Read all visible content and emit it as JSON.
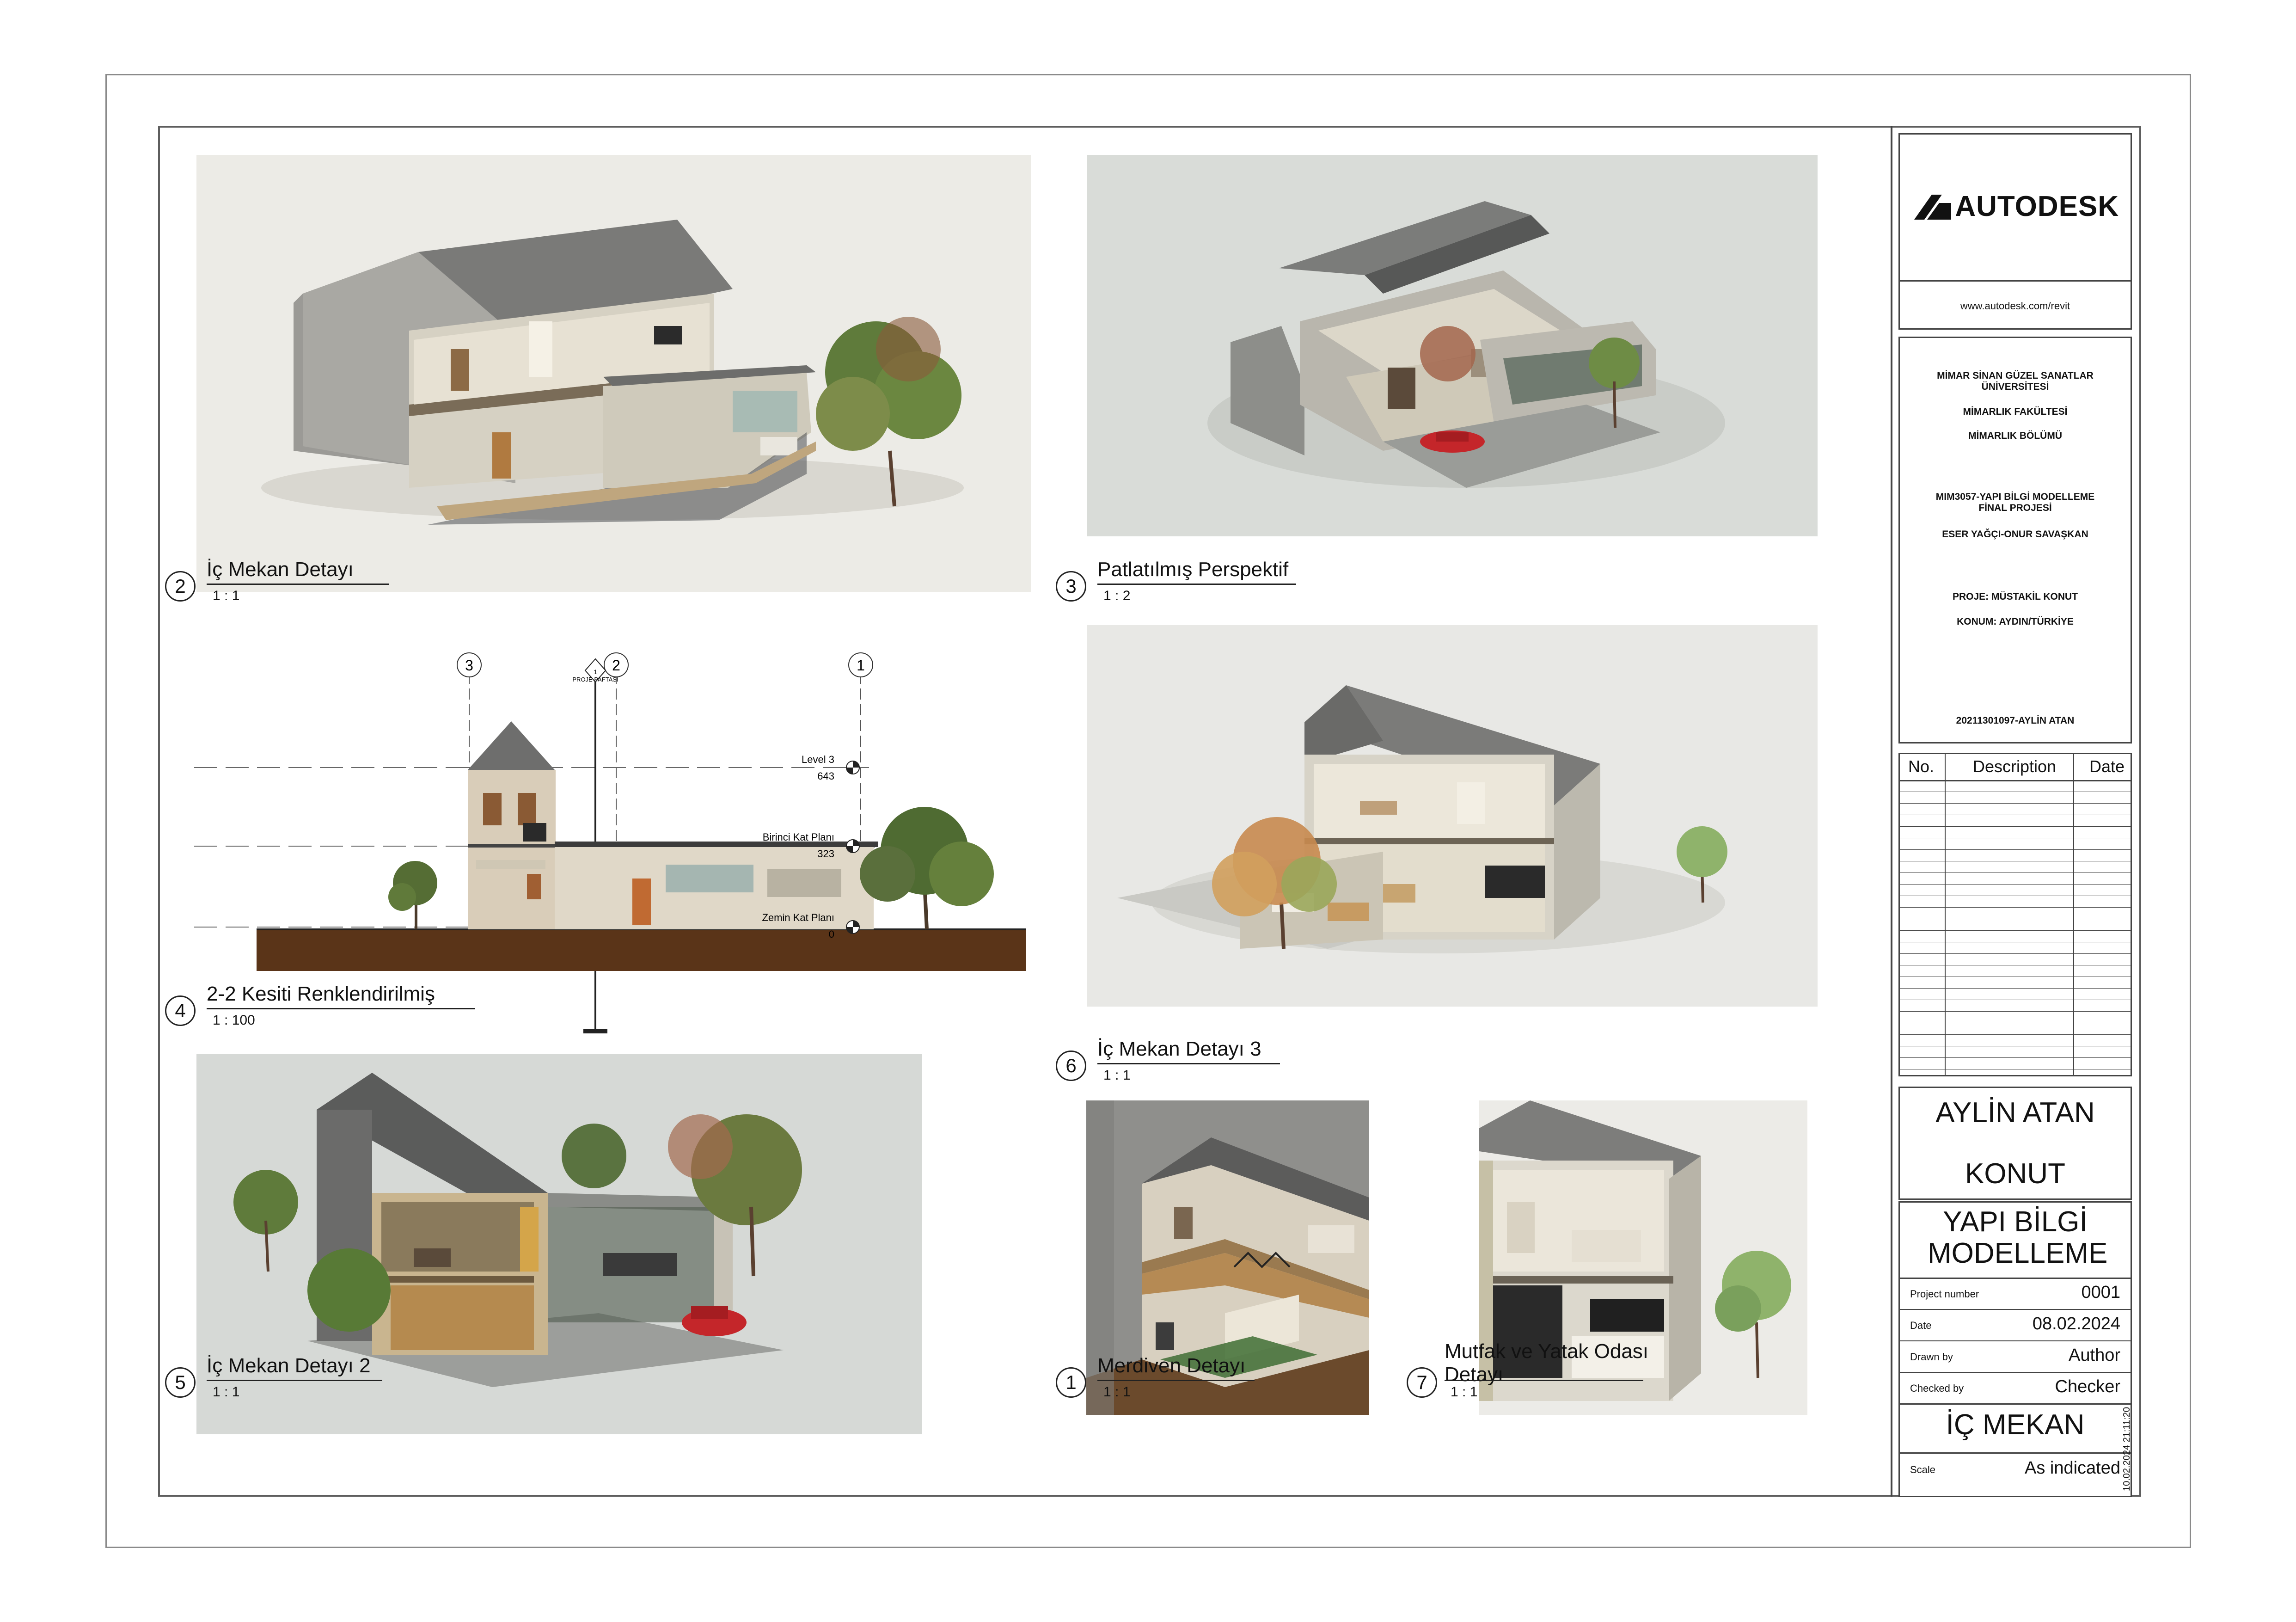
{
  "sheet": {
    "timestamp": "10.02.2024 21:11:20"
  },
  "views": [
    {
      "key": "v2",
      "number": "2",
      "title": "İç Mekan Detayı",
      "scale": "1 : 1"
    },
    {
      "key": "v3",
      "number": "3",
      "title": "Patlatılmış Perspektif",
      "scale": "1 : 2"
    },
    {
      "key": "v4",
      "number": "4",
      "title": "2-2 Kesiti Renklendirilmiş",
      "scale": "1 : 100"
    },
    {
      "key": "v6",
      "number": "6",
      "title": "İç Mekan Detayı 3",
      "scale": "1 : 1"
    },
    {
      "key": "v5",
      "number": "5",
      "title": "İç Mekan Detayı 2",
      "scale": "1 : 1"
    },
    {
      "key": "v1",
      "number": "1",
      "title": "Merdiven Detayı",
      "scale": "1 : 1"
    },
    {
      "key": "v7",
      "number": "7",
      "title": "Mutfak ve Yatak Odası Detayı",
      "scale": "1 : 1"
    }
  ],
  "section": {
    "grid_labels": [
      "3",
      "2",
      "1"
    ],
    "section_marker": "1",
    "section_marker_text": "PROJE PAFTASI",
    "levels": [
      {
        "name": "Level 3",
        "value": "643"
      },
      {
        "name": "Birinci Kat Planı",
        "value": "323"
      },
      {
        "name": "Zemin Kat Planı",
        "value": "0"
      }
    ]
  },
  "title_block": {
    "logo_text": "AUTODESK",
    "website": "www.autodesk.com/revit",
    "info_lines": [
      "MİMAR SİNAN GÜZEL SANATLAR ÜNİVERSİTESİ",
      "MİMARLIK FAKÜLTESİ",
      "MİMARLIK BÖLÜMÜ",
      "MIM3057-YAPI BİLGİ MODELLEME FİNAL PROJESİ",
      "ESER YAĞÇI-ONUR SAVAŞKAN",
      "PROJE: MÜSTAKİL KONUT",
      "KONUM: AYDIN/TÜRKİYE",
      "20211301097-AYLİN ATAN"
    ],
    "revision_headers": [
      "No.",
      "Description",
      "Date"
    ],
    "owner": "AYLİN ATAN",
    "project_name": "KONUT",
    "sheet_title_top": "YAPI BİLGİ MODELLEME",
    "project_number_label": "Project number",
    "project_number": "0001",
    "date_label": "Date",
    "date": "08.02.2024",
    "drawn_by_label": "Drawn by",
    "drawn_by": "Author",
    "checked_by_label": "Checked by",
    "checked_by": "Checker",
    "sheet_name": "İÇ MEKAN",
    "scale_label": "Scale",
    "scale": "As indicated"
  },
  "colors": {
    "render_bg_warm": "#ecebe6",
    "render_bg_cool": "#d9dcd8",
    "roof": "#7a7a78",
    "wall": "#d8d6cf",
    "floor_wood": "#b98d55",
    "ground": "#5a3418",
    "tree": "#4f6b32",
    "car": "#c4262a"
  }
}
